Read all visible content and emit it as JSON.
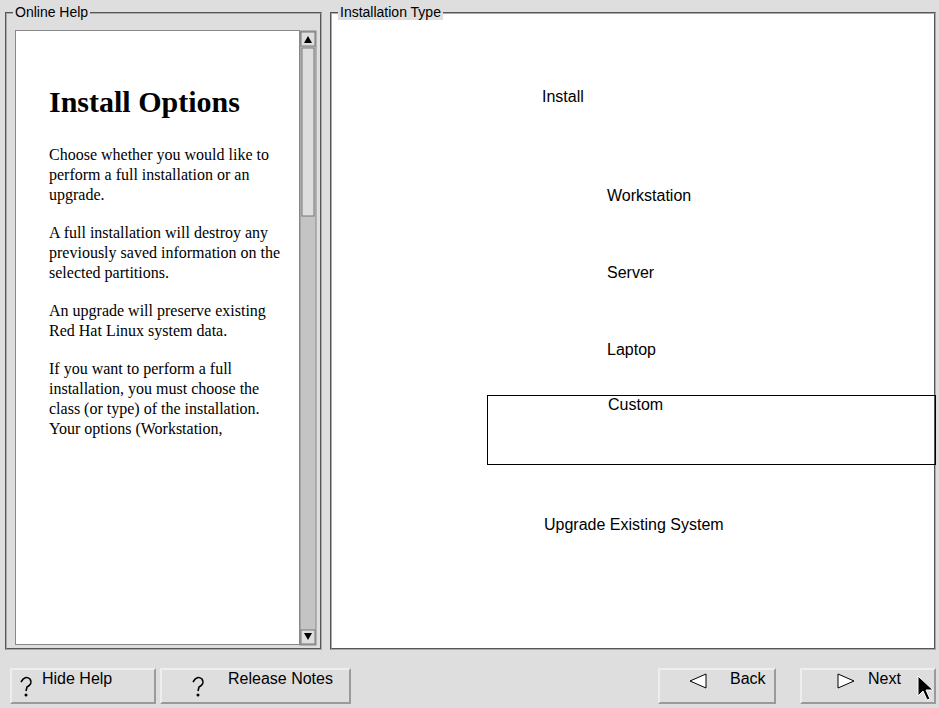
{
  "diagram": {
    "nodes": [
      {
        "text": [
          "Online Help"
        ]
      },
      {
        "text": [
          "Install Options",
          "Choose whether you would like to perform a full installation or an upgrade.",
          "A full installation will destroy any previously saved information on the selected partitions.",
          "An upgrade will preserve existing Red Hat Linux system data.",
          "If you want to perform a full installation, you must choose the class (or type) of the installation. Your options (Workstation,"
        ],
        "in": 0
      },
      {
        "text": [
          "Installation Type"
        ]
      },
      {
        "text": [
          "Install"
        ],
        "in": 2
      },
      {
        "text": [
          "Workstation"
        ],
        "in": 2
      },
      {
        "text": [
          "Server"
        ],
        "in": 2
      },
      {
        "text": [
          "Laptop"
        ],
        "in": 2
      },
      {
        "text": [
          "Custom"
        ],
        "in": 2
      },
      {
        "text": [
          "Upgrade Existing System"
        ],
        "in": 2
      },
      {
        "text": [
          "Hide Help"
        ]
      },
      {
        "text": [
          "Release Notes"
        ]
      },
      {
        "text": [
          "Back"
        ]
      },
      {
        "text": [
          "Next"
        ]
      }
    ]
  }
}
